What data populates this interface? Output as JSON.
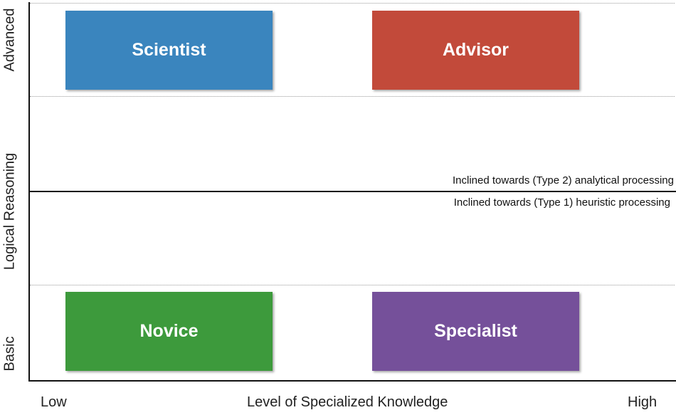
{
  "boxes": {
    "scientist": {
      "label": "Scientist",
      "color": "#3a85be"
    },
    "advisor": {
      "label": "Advisor",
      "color": "#c24a3a"
    },
    "novice": {
      "label": "Novice",
      "color": "#3d9a3c"
    },
    "specialist": {
      "label": "Specialist",
      "color": "#75509a"
    }
  },
  "divider": {
    "above_label": "Inclined towards (Type 2) analytical processing",
    "below_label": "Inclined towards (Type 1) heuristic processing"
  },
  "x_axis": {
    "low": "Low",
    "title": "Level of Specialized Knowledge",
    "high": "High"
  },
  "y_axis": {
    "high": "Advanced",
    "title": "Logical Reasoning",
    "low": "Basic"
  }
}
